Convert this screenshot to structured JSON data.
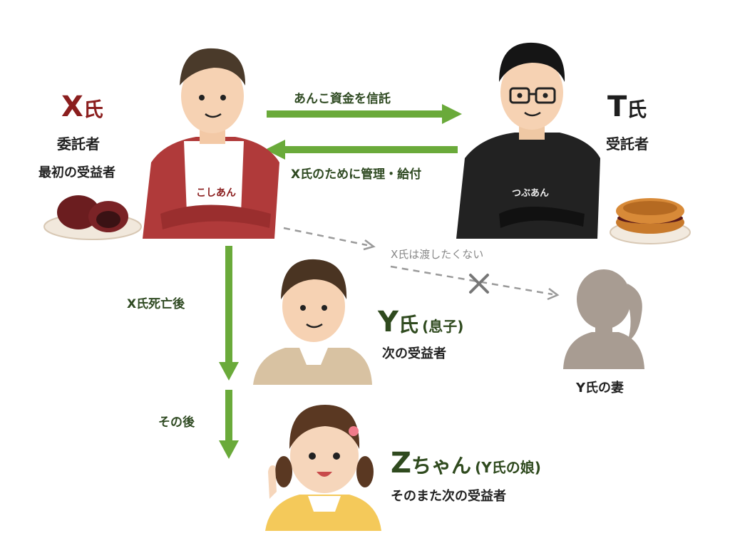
{
  "people": {
    "x": {
      "name": "X",
      "suffix": "氏",
      "role1": "委託者",
      "role2": "最初の受益者",
      "shirt_text": "こしあん"
    },
    "t": {
      "name": "T",
      "suffix": "氏",
      "role1": "受託者",
      "shirt_text": "つぶあん"
    },
    "y": {
      "name": "Y",
      "suffix": "氏",
      "relation": "(息子)",
      "role1": "次の受益者"
    },
    "wife": {
      "label": "Y氏の妻"
    },
    "z": {
      "name": "Z",
      "suffix": "ちゃん",
      "relation": "(Y氏の娘)",
      "role1": "そのまた次の受益者"
    }
  },
  "arrows": {
    "x_to_t": "あんこ資金を信託",
    "t_to_x": "X氏のために管理・給付",
    "x_to_y": "X氏死亡後",
    "y_to_z": "その後",
    "to_wife": "X氏は渡したくない"
  },
  "colors": {
    "arrow_green": "#6aaa3a",
    "x_red": "#8b1e1e",
    "dashed_grey": "#9a9a9a",
    "cross": "#777777"
  },
  "icons": {
    "x_food": "koshian-manju",
    "t_food": "dorayaki",
    "wife": "silhouette-woman",
    "cross": "x-mark"
  }
}
